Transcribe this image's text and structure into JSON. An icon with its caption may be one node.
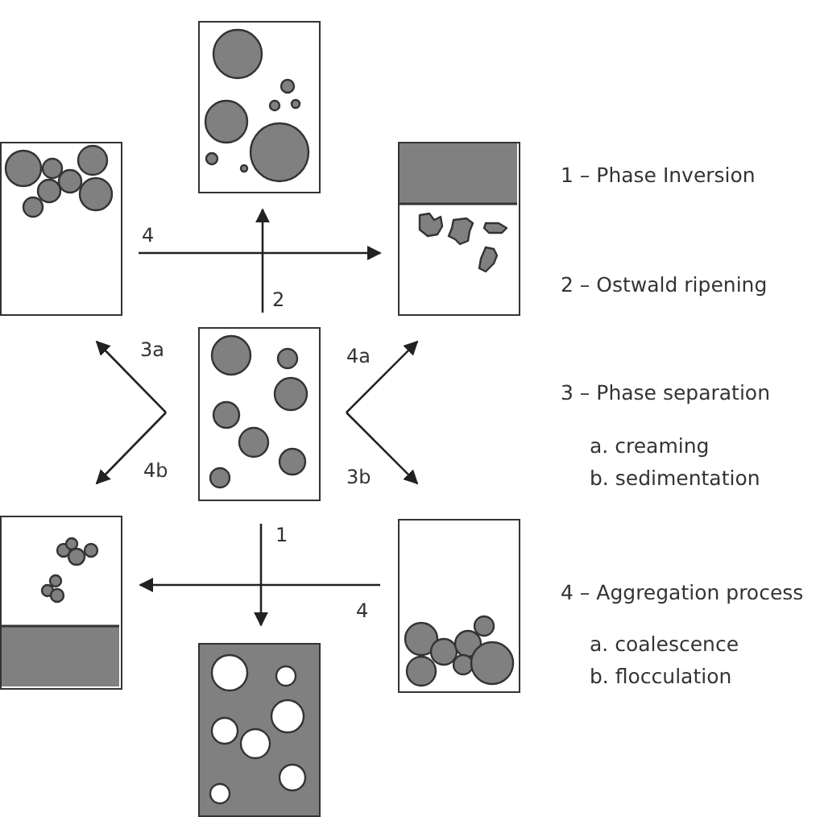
{
  "diagram": {
    "nodes": [
      {
        "text": [],
        "shape": "box"
      },
      {
        "text": [],
        "shape": "box"
      },
      {
        "text": [],
        "shape": "box"
      },
      {
        "text": [],
        "shape": "box"
      },
      {
        "text": [],
        "shape": "box"
      },
      {
        "text": [],
        "shape": "box"
      },
      {
        "text": [],
        "shape": "box"
      }
    ],
    "edges": [
      {
        "from": 3,
        "to": 0,
        "arrow": "to",
        "label": "2"
      },
      {
        "from": 1,
        "to": 2,
        "arrow": "to",
        "label": "4"
      },
      {
        "from": 3,
        "to": 1,
        "arrow": "to",
        "label": "3a"
      },
      {
        "from": 3,
        "to": 4,
        "arrow": "to",
        "label": "4b"
      },
      {
        "from": 3,
        "to": 2,
        "arrow": "to",
        "label": "4a"
      },
      {
        "from": 3,
        "to": 5,
        "arrow": "to",
        "label": "3b"
      },
      {
        "from": 3,
        "to": 6,
        "arrow": "to",
        "label": "1"
      },
      {
        "from": 5,
        "to": 4,
        "arrow": "to",
        "label": "4"
      }
    ],
    "labels": [
      "1 – Phase Inversion",
      "2 – Ostwald ripening",
      "3 – Phase separation",
      "a. creaming",
      "b. sedimentation",
      "4 – Aggregation process",
      "a. coalescence",
      "b. flocculation"
    ]
  }
}
